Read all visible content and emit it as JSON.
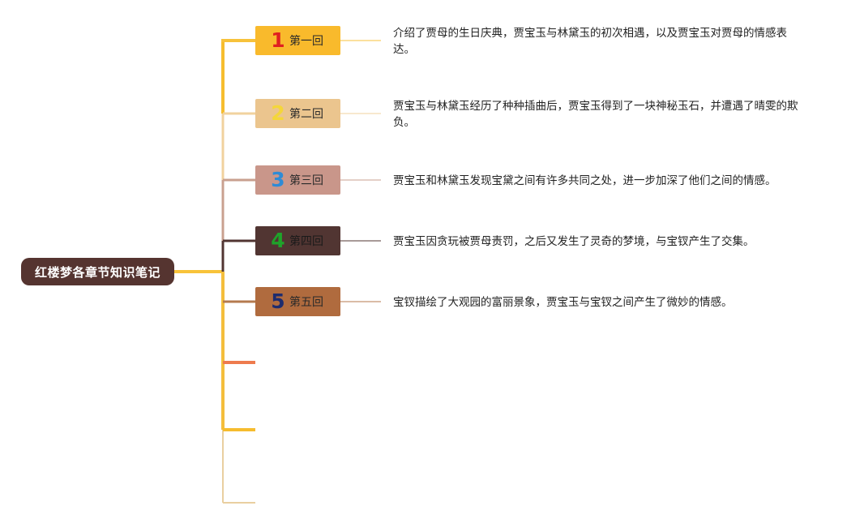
{
  "root": {
    "title": "红楼梦各章节知识笔记"
  },
  "branches": [
    {
      "number": "1",
      "label": "第一回",
      "desc": "介绍了贾母的生日庆典，贾宝玉与林黛玉的初次相遇，以及贾宝玉对贾母的情感表达。",
      "fill": "#F9BA2C",
      "num_color": "#E02020",
      "line_color": "#F7C23B"
    },
    {
      "number": "2",
      "label": "第二回",
      "desc": "贾宝玉与林黛玉经历了种种插曲后，贾宝玉得到了一块神秘玉石，并遭遇了晴雯的欺负。",
      "fill": "#EBC58E",
      "num_color": "#F4D63A",
      "line_color": "#F1D29E"
    },
    {
      "number": "3",
      "label": "第三回",
      "desc": "贾宝玉和林黛玉发现宝黛之间有许多共同之处，进一步加深了他们之间的情感。",
      "fill": "#C9968A",
      "num_color": "#2E8BD6",
      "line_color": "#C9A08F"
    },
    {
      "number": "4",
      "label": "第四回",
      "desc": "贾宝玉因贪玩被贾母责罚，之后又发生了灵奇的梦境，与宝钗产生了交集。",
      "fill": "#513532",
      "num_color": "#1FA32A",
      "line_color": "#513532"
    },
    {
      "number": "5",
      "label": "第五回",
      "desc": "宝钗描绘了大观园的富丽景象，贾宝玉与宝钗之间产生了微妙的情感。",
      "fill": "#B06B3E",
      "num_color": "#1E2C6E",
      "line_color": "#B57A4E"
    }
  ],
  "extra_stubs": [
    {
      "color": "#EE7B4E"
    },
    {
      "color": "#F6BC2E"
    },
    {
      "color": "#E9CFA0"
    }
  ],
  "colors": {
    "root_fill": "#553430",
    "root_connector": "#F8C33A",
    "trunk": "#F4BE3C"
  }
}
